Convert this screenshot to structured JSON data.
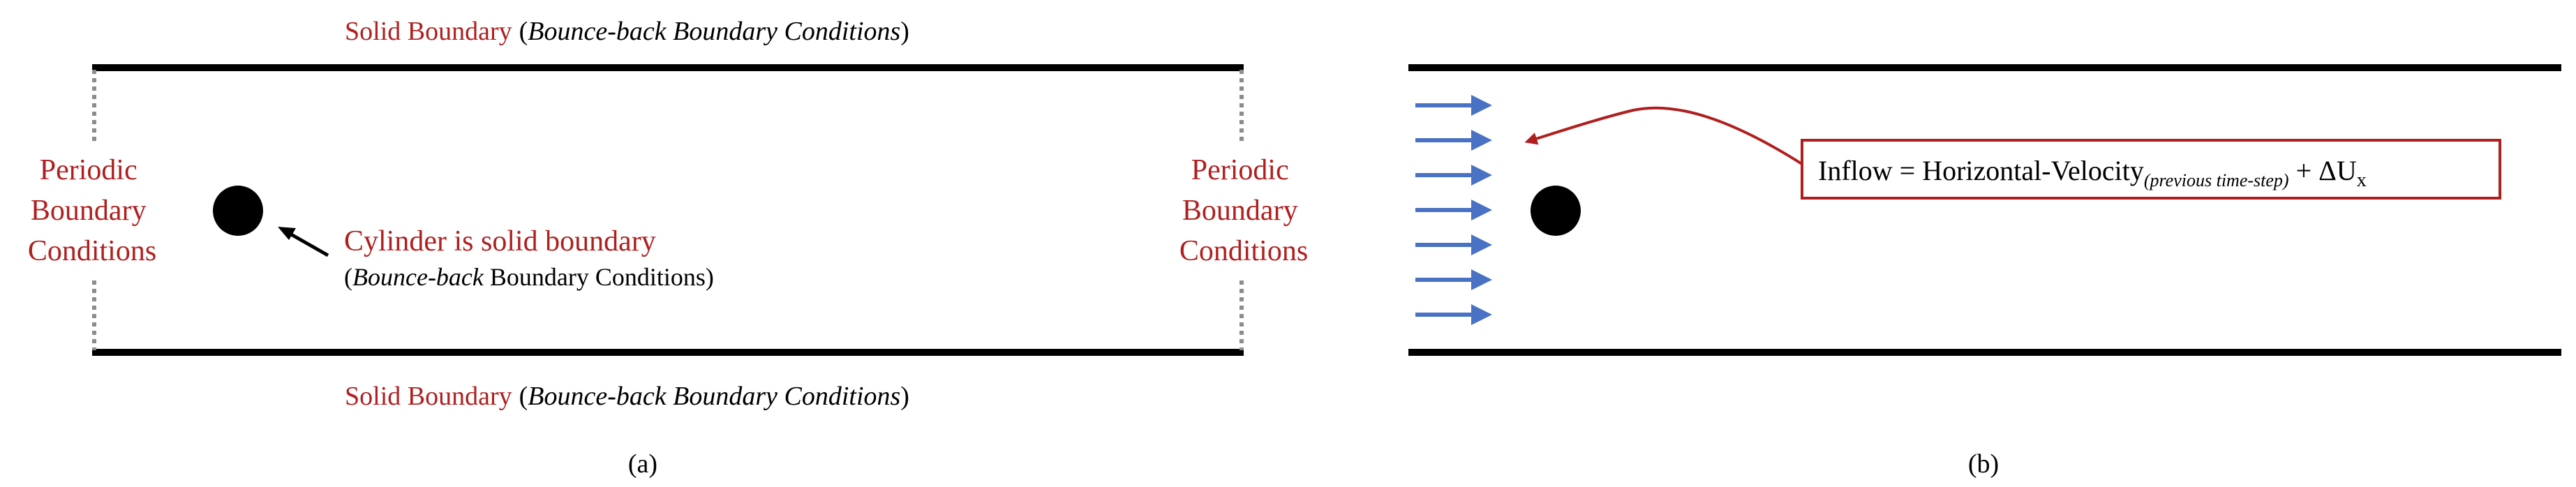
{
  "colors": {
    "label_red": "#b01f1f",
    "wall_black": "#000000",
    "periodic_gray": "#8c8c8c",
    "inflow_blue": "#4a72c4"
  },
  "panel_a": {
    "top_wall": {
      "name": "Solid Boundary",
      "condition": "Bounce-back Boundary Conditions"
    },
    "bottom_wall": {
      "name": "Solid Boundary",
      "condition": "Bounce-back Boundary Conditions"
    },
    "left_boundary": [
      "Periodic",
      "Boundary",
      "Conditions"
    ],
    "right_boundary": [
      "Periodic",
      "Boundary",
      "Conditions"
    ],
    "cylinder": {
      "label": "Cylinder is solid boundary",
      "condition_italic": "Bounce-back",
      "condition_rest": " Boundary Conditions)"
    },
    "caption": "(a)"
  },
  "panel_b": {
    "inflow_box": {
      "main": "Inflow = Horizontal-Velocity",
      "subscript": "(previous time-step)",
      "plus": " + ΔU",
      "plus_subscript": "x"
    },
    "inflow_arrow_count": 7,
    "caption": "(b)"
  }
}
